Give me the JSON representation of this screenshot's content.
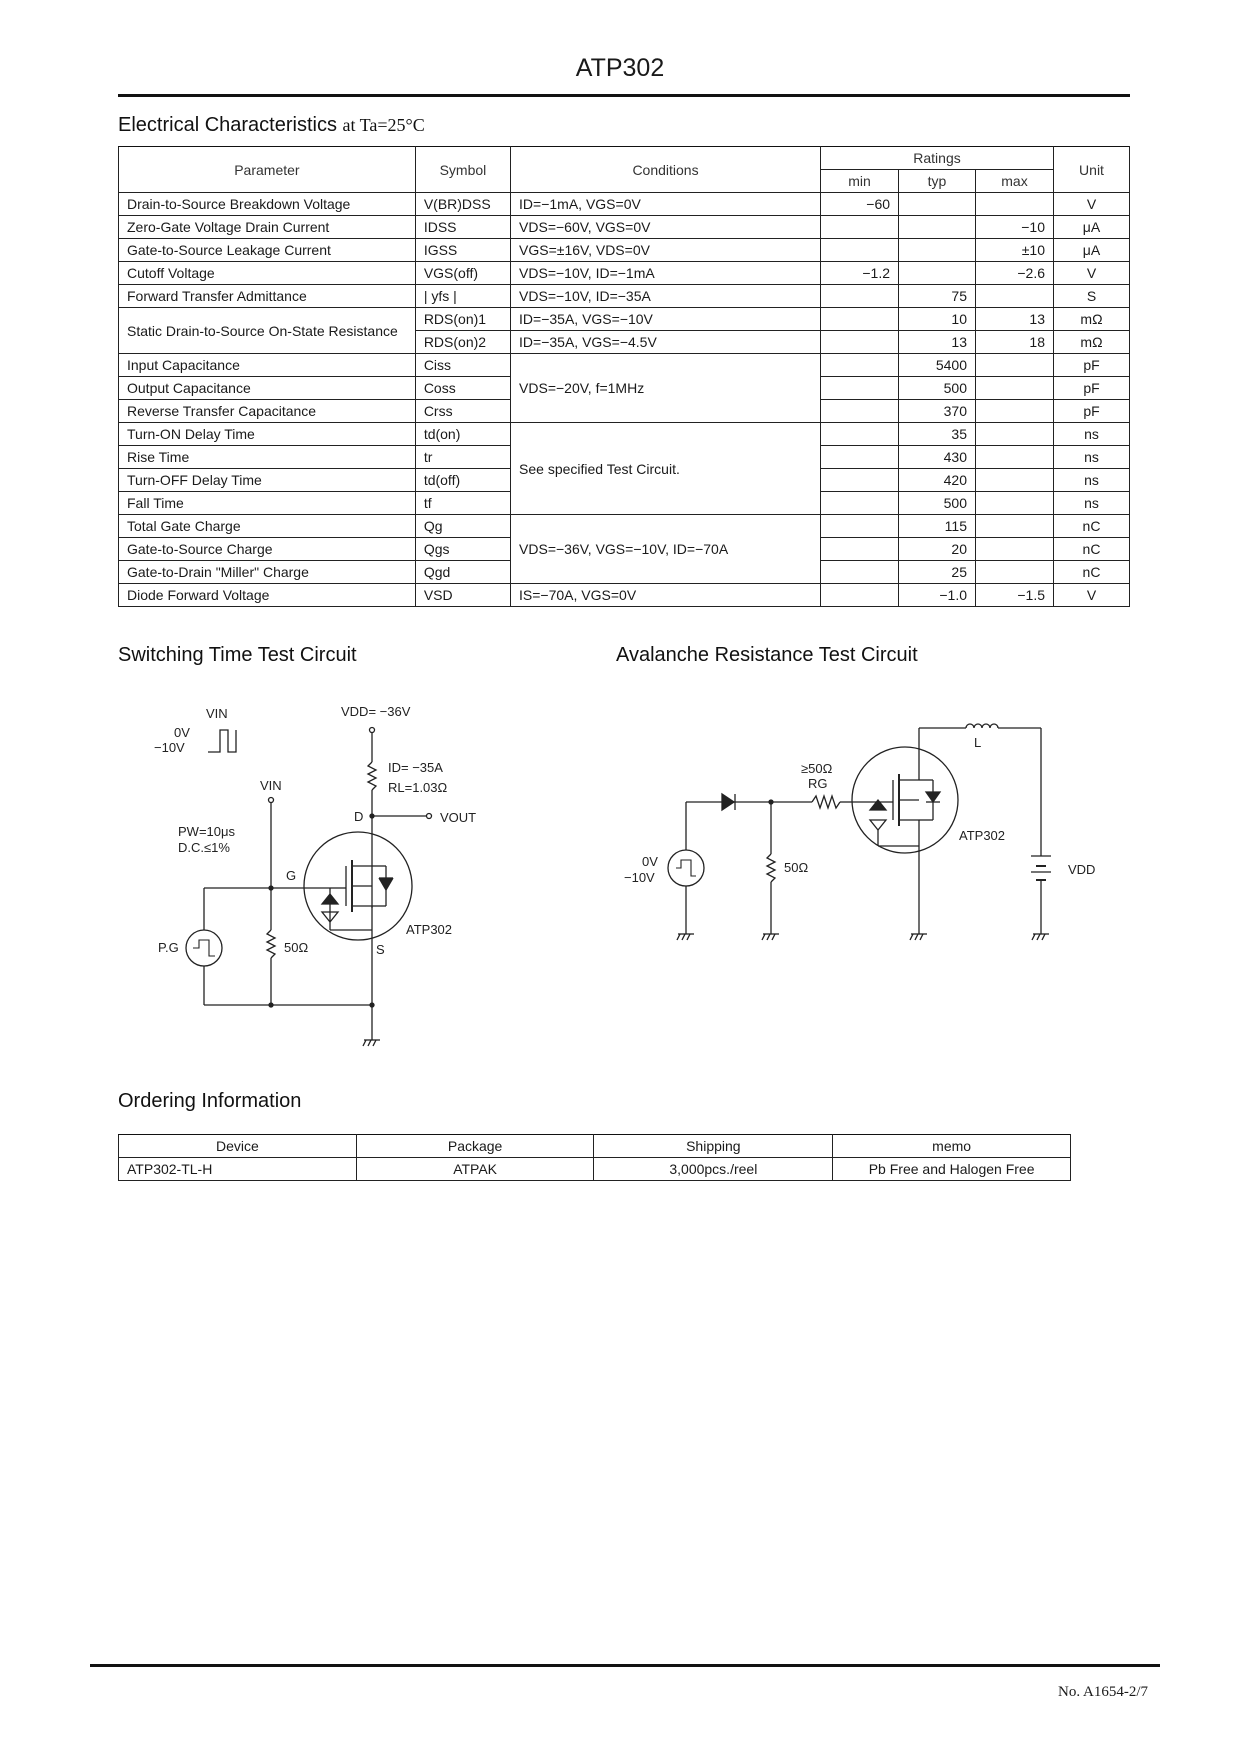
{
  "header": {
    "title": "ATP302"
  },
  "sections": {
    "electrical": {
      "title": "Electrical Characteristics",
      "condition": "at Ta=25°C"
    },
    "switching": {
      "title": "Switching Time Test Circuit"
    },
    "avalanche": {
      "title": "Avalanche Resistance Test Circuit"
    },
    "ordering": {
      "title": "Ordering Information"
    }
  },
  "ec_table": {
    "headers": {
      "parameter": "Parameter",
      "symbol": "Symbol",
      "conditions": "Conditions",
      "ratings": "Ratings",
      "min": "min",
      "typ": "typ",
      "max": "max",
      "unit": "Unit"
    },
    "rows": [
      {
        "parameter": "Drain-to-Source Breakdown Voltage",
        "symbol": "V(BR)DSS",
        "conditions": "ID=−1mA, VGS=0V",
        "min": "−60",
        "typ": "",
        "max": "",
        "unit": "V"
      },
      {
        "parameter": "Zero-Gate Voltage Drain Current",
        "symbol": "IDSS",
        "conditions": "VDS=−60V, VGS=0V",
        "min": "",
        "typ": "",
        "max": "−10",
        "unit": "μA"
      },
      {
        "parameter": "Gate-to-Source Leakage Current",
        "symbol": "IGSS",
        "conditions": "VGS=±16V, VDS=0V",
        "min": "",
        "typ": "",
        "max": "±10",
        "unit": "μA"
      },
      {
        "parameter": "Cutoff Voltage",
        "symbol": "VGS(off)",
        "conditions": "VDS=−10V, ID=−1mA",
        "min": "−1.2",
        "typ": "",
        "max": "−2.6",
        "unit": "V"
      },
      {
        "parameter": "Forward Transfer Admittance",
        "symbol": "| yfs |",
        "conditions": "VDS=−10V, ID=−35A",
        "min": "",
        "typ": "75",
        "max": "",
        "unit": "S"
      },
      {
        "parameter": "Static Drain-to-Source On-State Resistance",
        "symbol": "RDS(on)1",
        "conditions": "ID=−35A, VGS=−10V",
        "min": "",
        "typ": "10",
        "max": "13",
        "unit": "mΩ"
      },
      {
        "parameter": "",
        "symbol": "RDS(on)2",
        "conditions": "ID=−35A, VGS=−4.5V",
        "min": "",
        "typ": "13",
        "max": "18",
        "unit": "mΩ"
      },
      {
        "parameter": "Input Capacitance",
        "symbol": "Ciss",
        "conditions": "VDS=−20V, f=1MHz",
        "min": "",
        "typ": "5400",
        "max": "",
        "unit": "pF"
      },
      {
        "parameter": "Output Capacitance",
        "symbol": "Coss",
        "conditions": "",
        "min": "",
        "typ": "500",
        "max": "",
        "unit": "pF"
      },
      {
        "parameter": "Reverse Transfer Capacitance",
        "symbol": "Crss",
        "conditions": "",
        "min": "",
        "typ": "370",
        "max": "",
        "unit": "pF"
      },
      {
        "parameter": "Turn-ON Delay Time",
        "symbol": "td(on)",
        "conditions": "See specified Test Circuit.",
        "min": "",
        "typ": "35",
        "max": "",
        "unit": "ns"
      },
      {
        "parameter": "Rise Time",
        "symbol": "tr",
        "conditions": "",
        "min": "",
        "typ": "430",
        "max": "",
        "unit": "ns"
      },
      {
        "parameter": "Turn-OFF Delay Time",
        "symbol": "td(off)",
        "conditions": "",
        "min": "",
        "typ": "420",
        "max": "",
        "unit": "ns"
      },
      {
        "parameter": "Fall Time",
        "symbol": "tf",
        "conditions": "",
        "min": "",
        "typ": "500",
        "max": "",
        "unit": "ns"
      },
      {
        "parameter": "Total Gate Charge",
        "symbol": "Qg",
        "conditions": "VDS=−36V, VGS=−10V, ID=−70A",
        "min": "",
        "typ": "115",
        "max": "",
        "unit": "nC"
      },
      {
        "parameter": "Gate-to-Source Charge",
        "symbol": "Qgs",
        "conditions": "",
        "min": "",
        "typ": "20",
        "max": "",
        "unit": "nC"
      },
      {
        "parameter": "Gate-to-Drain \"Miller\" Charge",
        "symbol": "Qgd",
        "conditions": "",
        "min": "",
        "typ": "25",
        "max": "",
        "unit": "nC"
      },
      {
        "parameter": "Diode Forward Voltage",
        "symbol": "VSD",
        "conditions": "IS=−70A, VGS=0V",
        "min": "",
        "typ": "−1.0",
        "max": "−1.5",
        "unit": "V"
      }
    ]
  },
  "switching_circuit": {
    "vin_label": "VIN",
    "pulse_high": "0V",
    "pulse_low": "−10V",
    "vdd": "VDD= −36V",
    "id": "ID= −35A",
    "rl": "RL=1.03Ω",
    "drain": "D",
    "vout": "VOUT",
    "pw": "PW=10μs",
    "dc": "D.C.≤1%",
    "gate": "G",
    "source": "S",
    "device": "ATP302",
    "pg": "P.G",
    "r50": "50Ω"
  },
  "avalanche_circuit": {
    "inductor": "L",
    "rg_value": "≥50Ω",
    "rg": "RG",
    "device": "ATP302",
    "vdd": "VDD",
    "pulse_high": "0V",
    "pulse_low": "−10V",
    "r50": "50Ω"
  },
  "ordering_table": {
    "headers": {
      "device": "Device",
      "package": "Package",
      "shipping": "Shipping",
      "memo": "memo"
    },
    "rows": [
      {
        "device": "ATP302-TL-H",
        "package": "ATPAK",
        "shipping": "3,000pcs./reel",
        "memo": "Pb Free and Halogen Free"
      }
    ]
  },
  "footer": {
    "page_number": "No. A1654-2/7"
  }
}
